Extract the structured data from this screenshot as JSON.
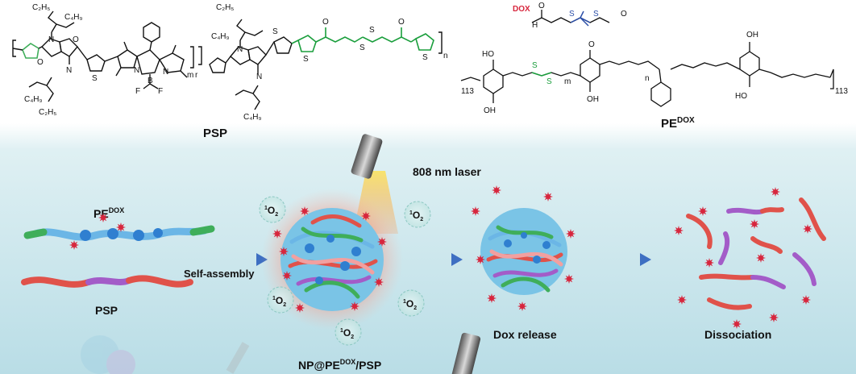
{
  "structures": {
    "psp_label": "PSP",
    "pe_dox_label": "PE",
    "pe_dox_sup": "DOX",
    "psp_atoms": {
      "ethyl": "C₂H₅",
      "butyl": "C₄H₉",
      "butyl_left": "C₄H₉",
      "n": "N",
      "o": "O",
      "s": "S",
      "b": "B",
      "f": "F",
      "m": "m",
      "r": "r",
      "n_sub": "n"
    },
    "pe_atoms": {
      "dox": "DOX",
      "nh": "H",
      "o": "O",
      "oh": "OH",
      "ho": "HO",
      "s": "S",
      "n113": "113",
      "m": "m",
      "n": "n"
    }
  },
  "scheme": {
    "pe_dox_label": "PE",
    "pe_dox_sup": "DOX",
    "psp_label": "PSP",
    "self_assembly": "Self-assembly",
    "laser": "808 nm laser",
    "singlet_oxygen_sup": "1",
    "singlet_oxygen": "O",
    "singlet_oxygen_sub": "2",
    "nanoparticle_label_a": "NP@PE",
    "nanoparticle_label_sup": "DOX",
    "nanoparticle_label_b": "/PSP",
    "dox_release": "Dox release",
    "dissociation": "Dissociation"
  },
  "colors": {
    "psp_chain": "#e0524a",
    "psp_segment": "#a35cc8",
    "pe_chain": "#6bb6e6",
    "peg_end": "#3fae5a",
    "dox_star": "#d7263d",
    "arrow": "#3e6fc2",
    "thioketal": "#2c4fa8",
    "disulfide_linker": "#1a9e3c",
    "nanoparticle_glow": "#f26c5a"
  }
}
